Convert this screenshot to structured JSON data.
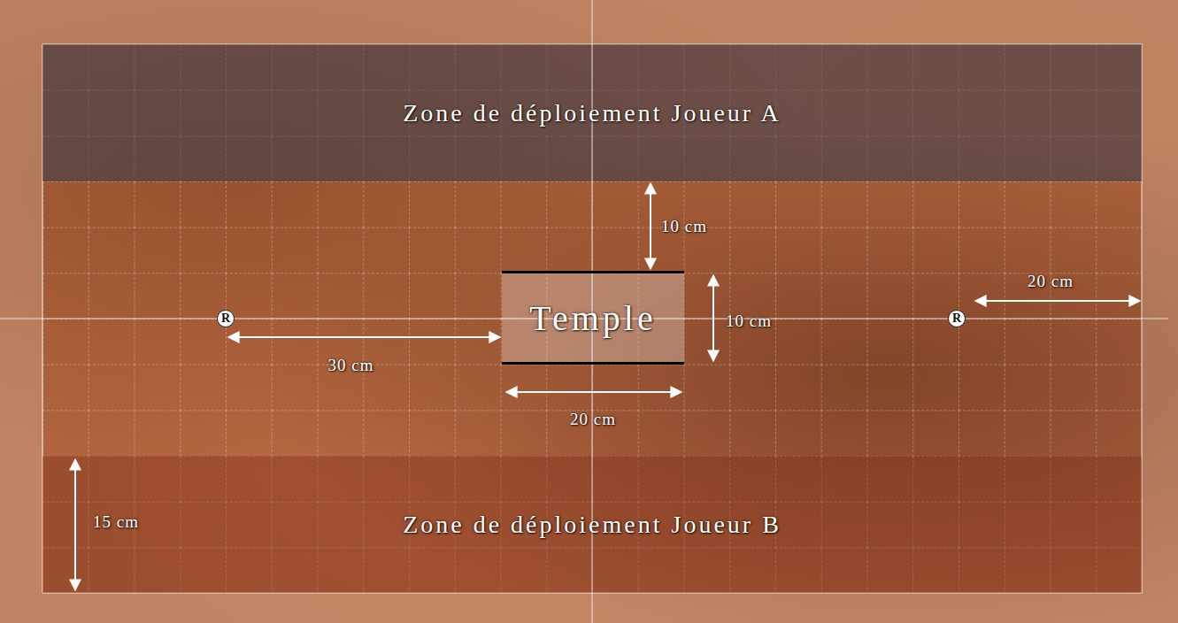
{
  "diagram": {
    "nodes": [
      {
        "text": [
          "Zone de déploiement Joueur A"
        ]
      },
      {
        "text": [
          "R"
        ]
      },
      {
        "text": [
          "Temple"
        ]
      },
      {
        "text": [
          "R"
        ]
      },
      {
        "text": [
          "Zone de déploiement Joueur B"
        ]
      }
    ],
    "edges": [
      {
        "from": 0,
        "to": 2,
        "arrow": "both",
        "label": "10 cm"
      },
      {
        "from": 1,
        "to": 2,
        "arrow": "both",
        "label": "30 cm"
      }
    ],
    "labels": [
      "20 cm",
      "10 cm",
      "20 cm",
      "15 cm"
    ]
  }
}
